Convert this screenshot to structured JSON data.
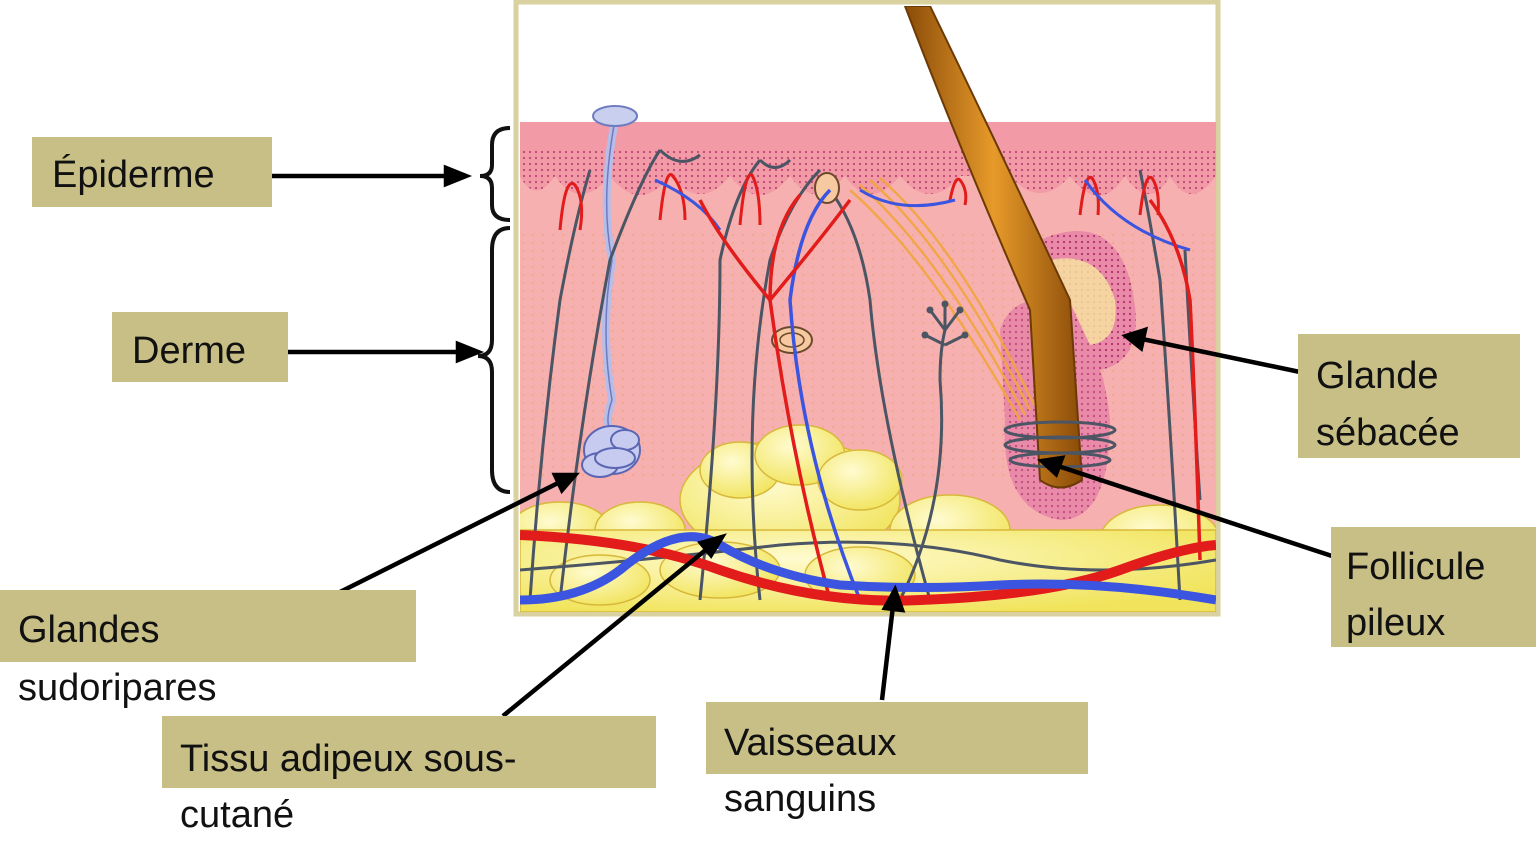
{
  "labels": {
    "epiderme": "Épiderme",
    "derme": "Derme",
    "glande_sebacee_line1": "Glande",
    "glande_sebacee_line2": "sébacée",
    "follicule_line1": "Follicule",
    "follicule_line2": "pileux",
    "glandes_sudoripares_line1": "Glandes",
    "glandes_sudoripares_line2": "sudoripares",
    "tissu_adipeux_line1": "Tissu adipeux sous-",
    "tissu_adipeux_line2": "cutané",
    "vaisseaux_line1": "Vaisseaux",
    "vaisseaux_line2": "sanguins"
  },
  "colors": {
    "label_background": "#c8bf86",
    "epidermis": "#f2a0a8",
    "dermis": "#f7b3b3",
    "fat": "#f6ef8a",
    "artery": "#e21b1b",
    "vein": "#3b55e0",
    "nerve": "#4b5563",
    "hair": "#b8650e"
  }
}
